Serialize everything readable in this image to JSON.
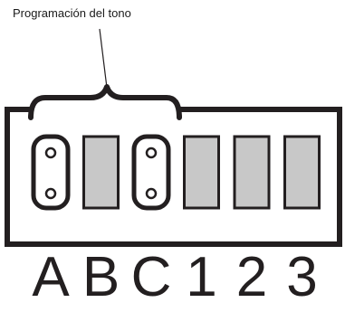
{
  "callout": {
    "label": "Programación del tono"
  },
  "colors": {
    "outline": "#231f20",
    "slot_fill": "#c8c8c8",
    "background": "#ffffff"
  },
  "switches": [
    {
      "label": "A",
      "state": "jumper"
    },
    {
      "label": "B",
      "state": "empty"
    },
    {
      "label": "C",
      "state": "jumper"
    },
    {
      "label": "1",
      "state": "empty"
    },
    {
      "label": "2",
      "state": "empty"
    },
    {
      "label": "3",
      "state": "empty"
    }
  ]
}
